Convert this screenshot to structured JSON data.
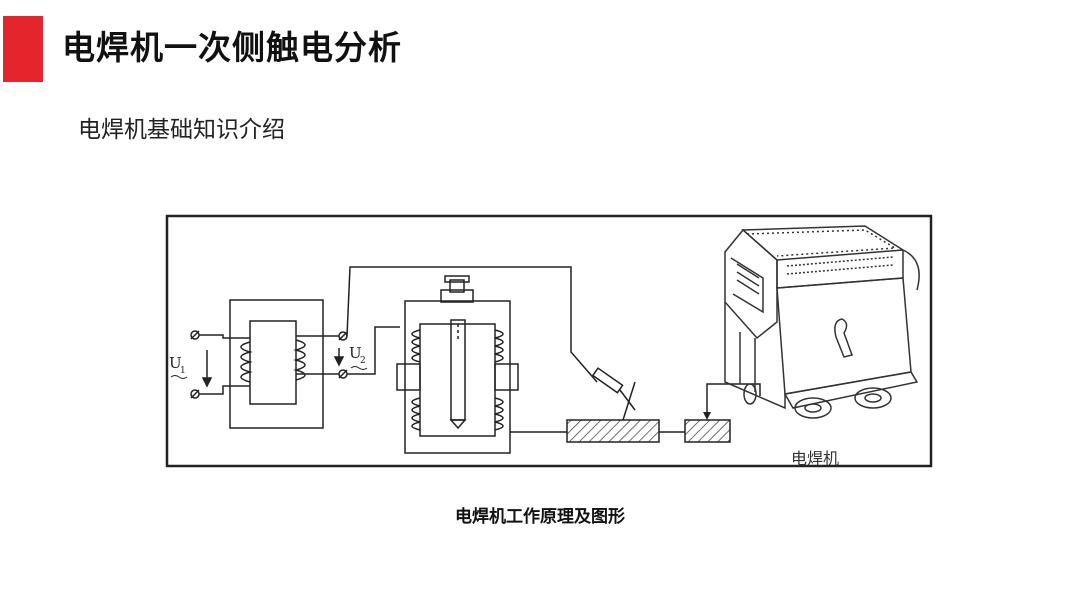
{
  "slide": {
    "title": "电焊机一次侧触电分析",
    "subtitle": "电焊机基础知识介绍",
    "caption": "电焊机工作原理及图形",
    "accent_color": "#e3262b"
  },
  "figure": {
    "label_u1": "U",
    "label_u1_sub": "1",
    "label_u2": "U",
    "label_u2_sub": "2",
    "machine_label": "电焊机"
  }
}
